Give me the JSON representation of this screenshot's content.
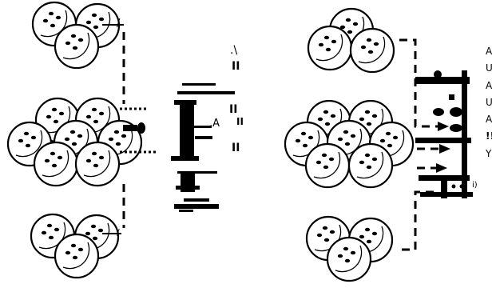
{
  "figure": {
    "left_panel": {
      "marks": [
        ".\\",
        "II",
        "II",
        ",A",
        "II",
        "II"
      ],
      "edge_mark_top": "/",
      "edge_mark_bottom": "/"
    },
    "right_panel": {
      "side_labels": [
        "A",
        "U",
        "A",
        "U",
        "A",
        "!!",
        "Y"
      ],
      "bottom_mark": "i)"
    }
  },
  "icon_names": {
    "cluster": "sphere-cluster-icon",
    "sphere": "sphere-icon"
  },
  "colors": {
    "ink": "#000000",
    "paper": "#ffffff"
  }
}
